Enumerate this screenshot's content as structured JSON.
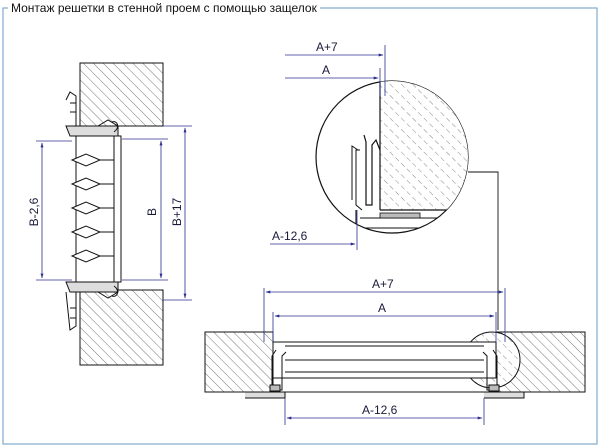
{
  "title": "Монтаж решетки в стенной проем с помощью защелок",
  "colors": {
    "frame": "#7fa9cf",
    "dimension": "#2b2f8f",
    "outline": "#111111"
  },
  "labels": {
    "b_minus": "B-2,6",
    "b": "B",
    "b_plus": "B+17",
    "detail_a_plus": "A+7",
    "detail_a": "A",
    "detail_a_minus": "A-12,6",
    "bottom_a_plus": "A+7",
    "bottom_a": "A",
    "bottom_a_minus": "A-12,6"
  }
}
